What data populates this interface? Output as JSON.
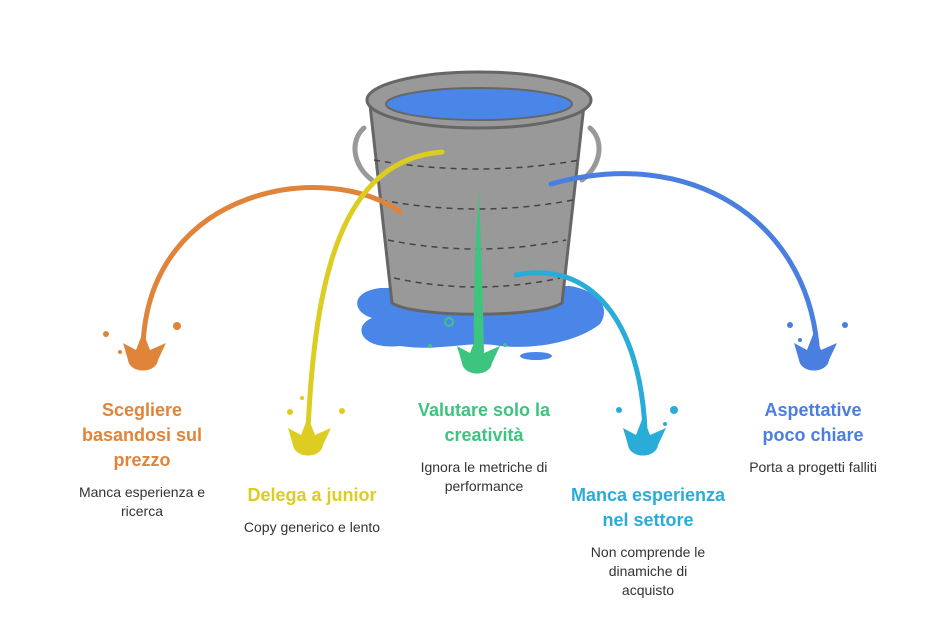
{
  "colors": {
    "orange": "#E0843A",
    "yellow": "#DDCC22",
    "green": "#3DC47E",
    "cyan": "#2AACD8",
    "blue": "#4A7FE0",
    "bucket": "#999999",
    "water": "#4A86E8"
  },
  "leaks": [
    {
      "title": "Scegliere basandosi sul prezzo",
      "desc": "Manca esperienza e ricerca"
    },
    {
      "title": "Delega a junior",
      "desc": "Copy generico e lento"
    },
    {
      "title": "Valutare solo la creatività",
      "desc": "Ignora le metriche di performance"
    },
    {
      "title": "Manca esperienza nel settore",
      "desc": "Non comprende le dinamiche di acquisto"
    },
    {
      "title": "Aspettative poco chiare",
      "desc": "Porta a progetti falliti"
    }
  ]
}
